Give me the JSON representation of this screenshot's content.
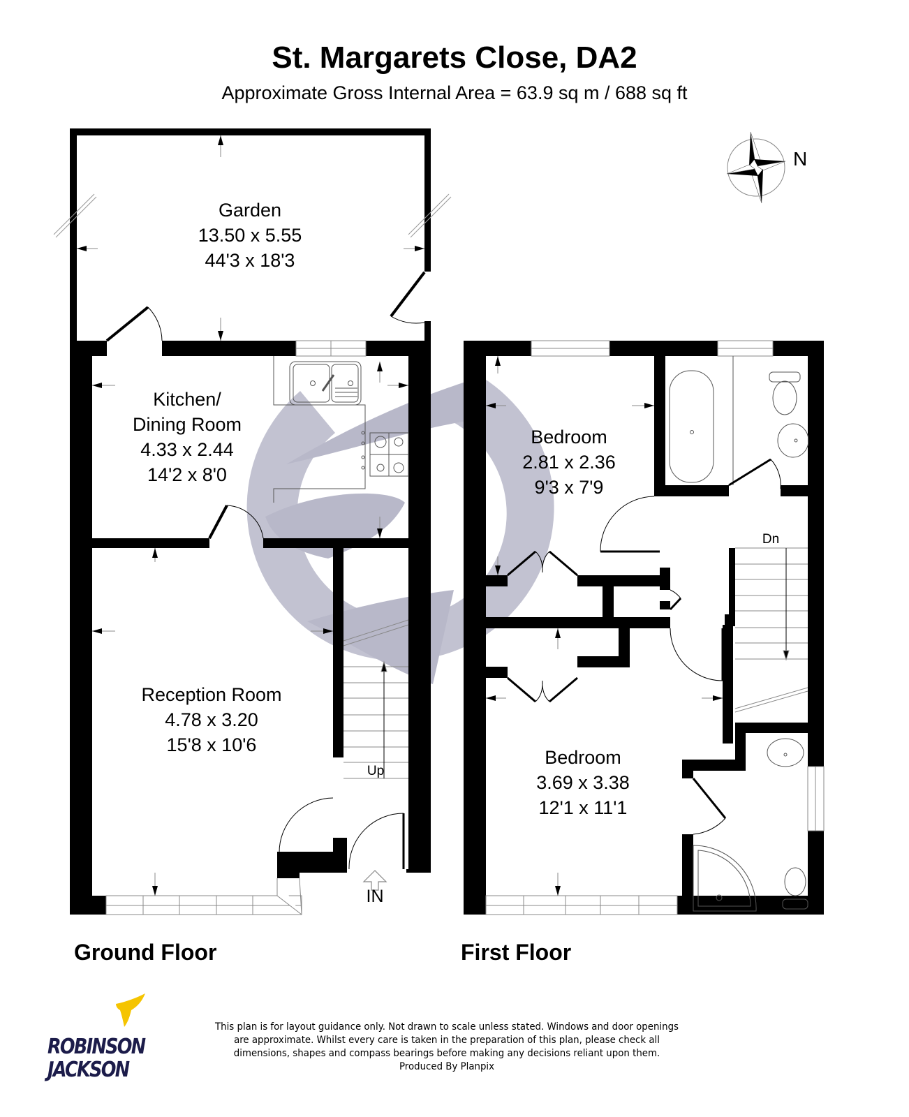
{
  "header": {
    "title": "St. Margarets Close, DA2",
    "subtitle": "Approximate Gross Internal Area = 63.9 sq m / 688 sq ft"
  },
  "compass": {
    "label": "N",
    "icon": "compass-rose-icon"
  },
  "ground_floor": {
    "label": "Ground Floor",
    "rooms": [
      {
        "name": "Garden",
        "metric": "13.50 x 5.55",
        "imperial": "44'3 x 18'3"
      },
      {
        "name": "Kitchen/",
        "name2": "Dining Room",
        "metric": "4.33 x 2.44",
        "imperial": "14'2 x 8'0"
      },
      {
        "name": "Reception Room",
        "metric": "4.78 x 3.20",
        "imperial": "15'8 x 10'6"
      }
    ],
    "stairs_label": "Up",
    "entrance_label": "IN"
  },
  "first_floor": {
    "label": "First Floor",
    "rooms": [
      {
        "name": "Bedroom",
        "metric": "2.81 x 2.36",
        "imperial": "9'3 x 7'9"
      },
      {
        "name": "Bedroom",
        "metric": "3.69 x 3.38",
        "imperial": "12'1 x 11'1"
      }
    ],
    "stairs_label": "Dn"
  },
  "footer": {
    "disclaimer_lines": [
      "This plan is for layout guidance only. Not drawn to scale unless stated. Windows and door openings",
      "are approximate. Whilst every care is taken in the preparation of this plan, please check all",
      "dimensions, shapes and compass bearings before making any decisions reliant upon them.",
      "Produced By Planpix"
    ],
    "logo_line1": "ROBINSON",
    "logo_line2": "JACKSON"
  },
  "colors": {
    "wall": "#000000",
    "watermark": "#a8a8bd",
    "logo_navy": "#1c1c4a",
    "logo_yellow": "#f5c400"
  }
}
